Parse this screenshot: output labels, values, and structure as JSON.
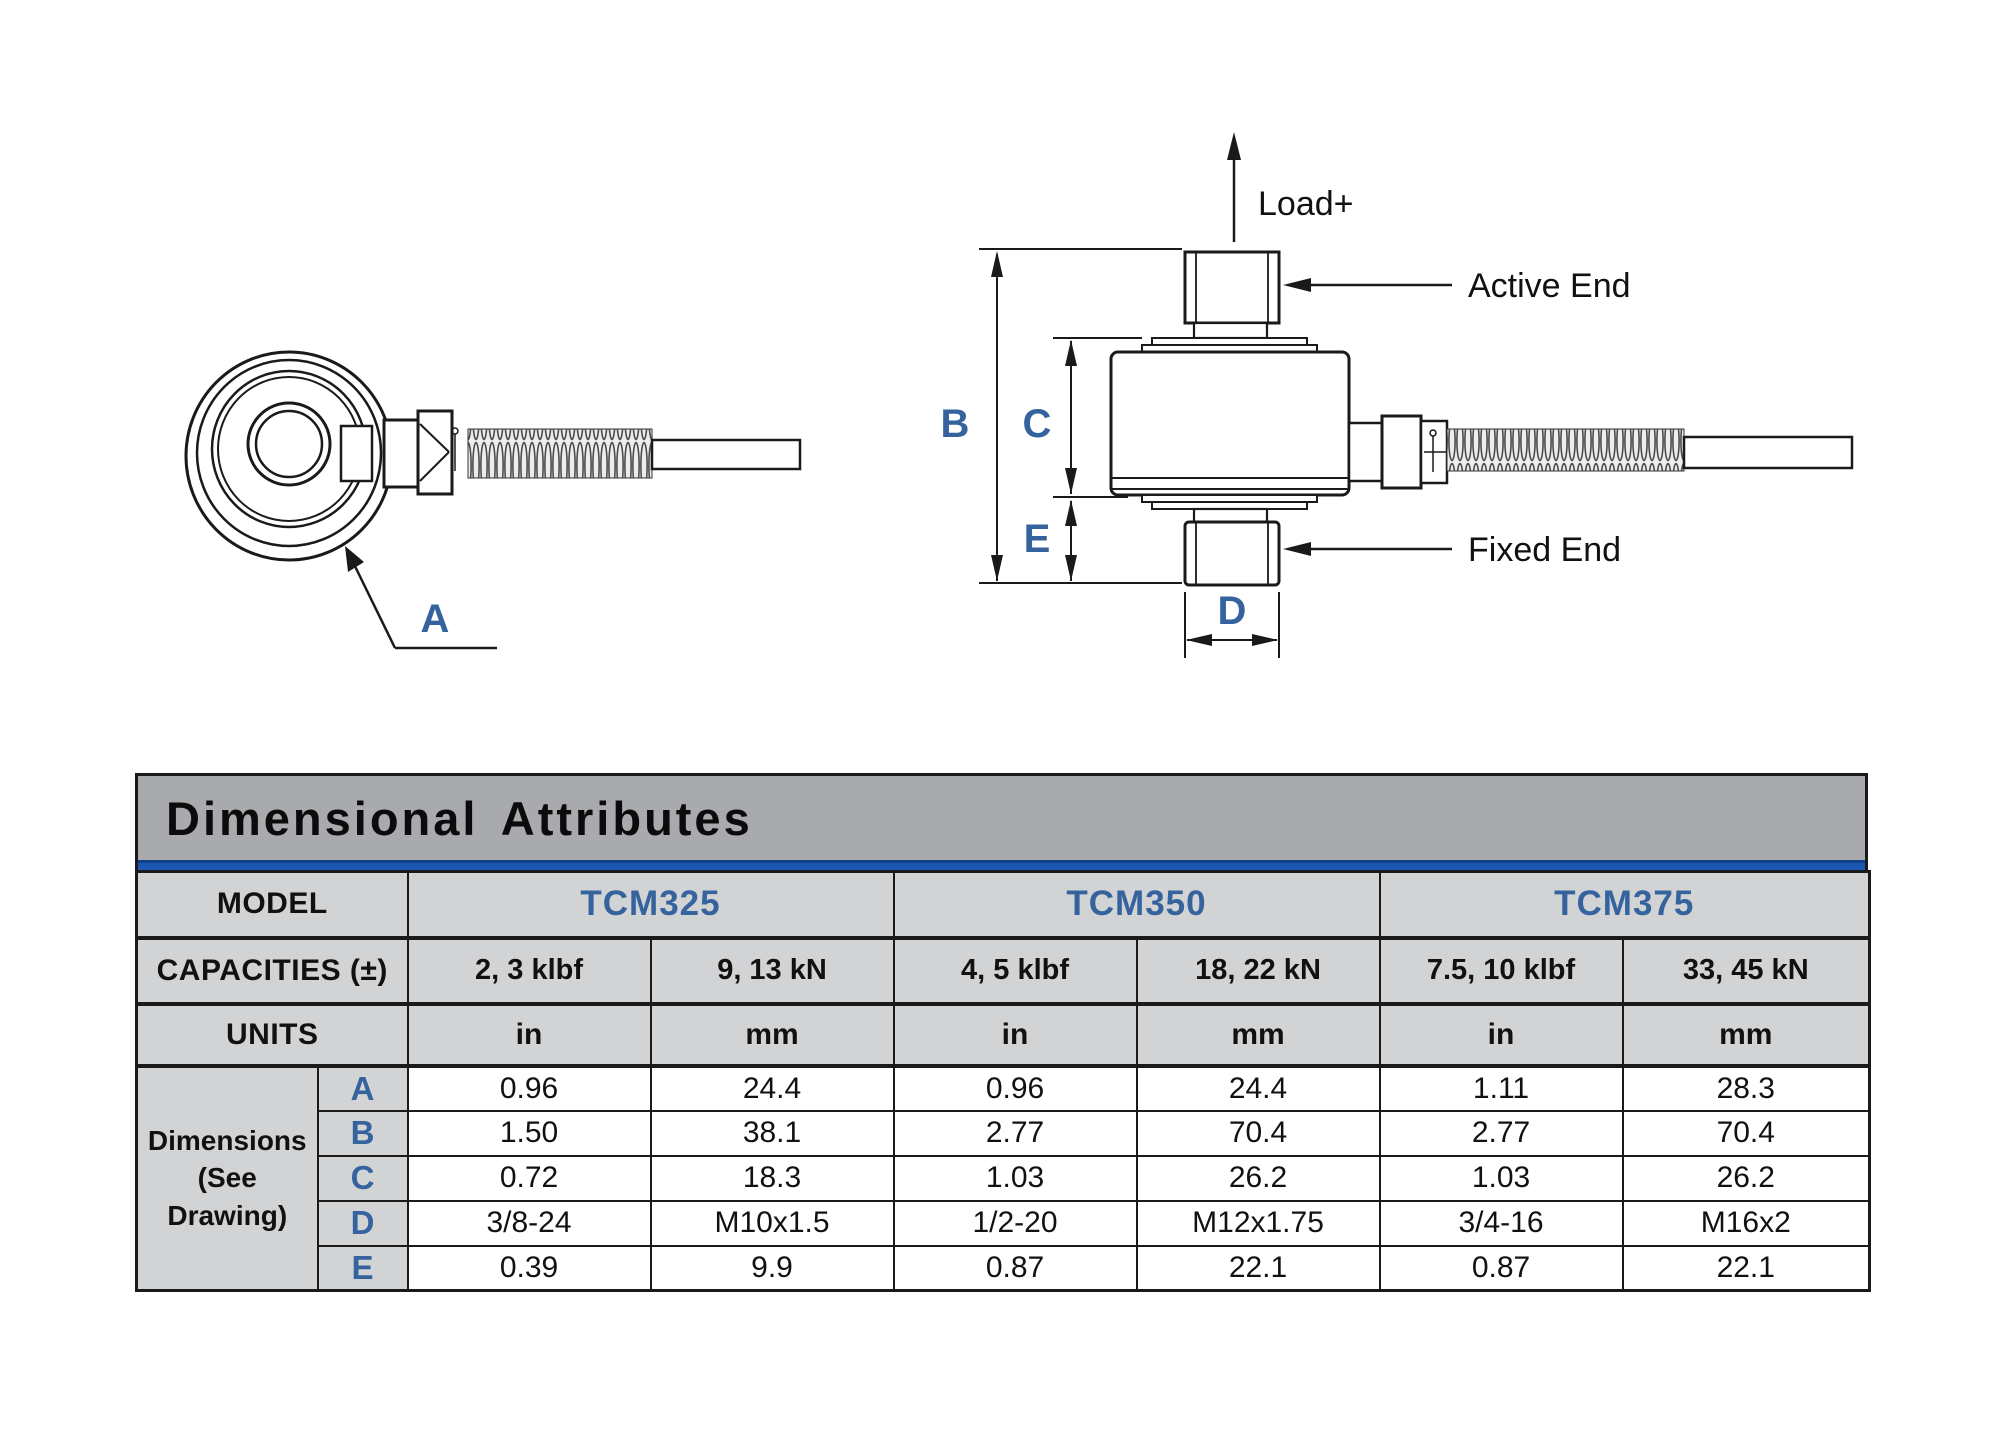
{
  "drawing": {
    "load_label": "Load+",
    "active_end_label": "Active End",
    "fixed_end_label": "Fixed End",
    "dim_labels": {
      "A": "A",
      "B": "B",
      "C": "C",
      "D": "D",
      "E": "E"
    },
    "label_color": "#35639d"
  },
  "table": {
    "title": "Dimensional Attributes",
    "model_header": "MODEL",
    "capacities_header": "CAPACITIES (±)",
    "units_header": "UNITS",
    "dimensions_header": "Dimensions\n(See\nDrawing)",
    "models": [
      "TCM325",
      "TCM350",
      "TCM375"
    ],
    "capacities": [
      "2, 3 klbf",
      "9, 13 kN",
      "4, 5 klbf",
      "18, 22 kN",
      "7.5, 10 klbf",
      "33, 45 kN"
    ],
    "units": [
      "in",
      "mm",
      "in",
      "mm",
      "in",
      "mm"
    ],
    "dimension_rows": [
      {
        "label": "A",
        "values": [
          "0.96",
          "24.4",
          "0.96",
          "24.4",
          "1.11",
          "28.3"
        ]
      },
      {
        "label": "B",
        "values": [
          "1.50",
          "38.1",
          "2.77",
          "70.4",
          "2.77",
          "70.4"
        ]
      },
      {
        "label": "C",
        "values": [
          "0.72",
          "18.3",
          "1.03",
          "26.2",
          "1.03",
          "26.2"
        ]
      },
      {
        "label": "D",
        "values": [
          "3/8-24",
          "M10x1.5",
          "1/2-20",
          "M12x1.75",
          "3/4-16",
          "M16x2"
        ]
      },
      {
        "label": "E",
        "values": [
          "0.39",
          "9.9",
          "0.87",
          "22.1",
          "0.87",
          "22.1"
        ]
      }
    ],
    "colors": {
      "title_bg": "#a8aaad",
      "header_bg": "#d2d3d5",
      "accent_blue": "#35639d",
      "divider_blue": "#1b57b1"
    }
  }
}
